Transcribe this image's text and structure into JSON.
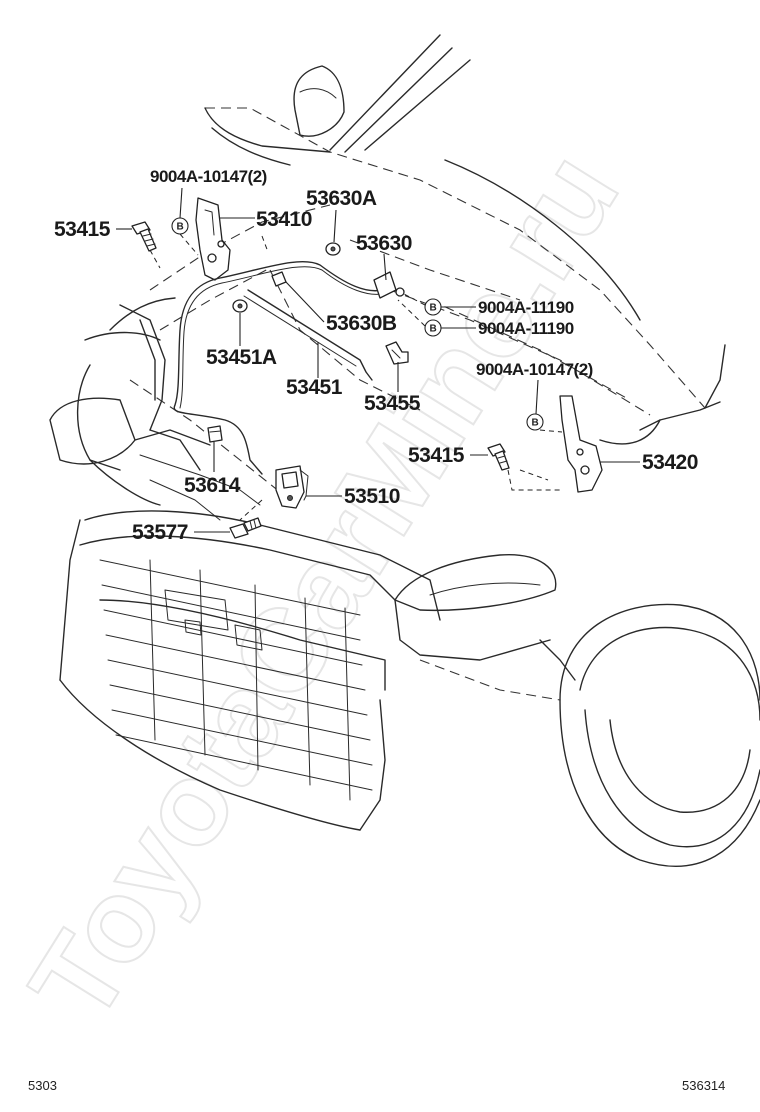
{
  "diagram": {
    "parts": {
      "p_9004A_10147_top": "9004A-10147(2)",
      "p_53415_left": "53415",
      "p_53410": "53410",
      "p_53630A": "53630A",
      "p_53630": "53630",
      "p_9004A_11190_a": "9004A-11190",
      "p_9004A_11190_b": "9004A-11190",
      "p_53630B": "53630B",
      "p_53451A": "53451A",
      "p_53451": "53451",
      "p_53455": "53455",
      "p_9004A_10147_right": "9004A-10147(2)",
      "p_53415_right": "53415",
      "p_53420": "53420",
      "p_53614": "53614",
      "p_53510": "53510",
      "p_53577": "53577"
    },
    "badge_letter": "B",
    "watermark": "ToyotaCarMine.ru",
    "footer_left": "5303",
    "footer_right": "536314"
  }
}
